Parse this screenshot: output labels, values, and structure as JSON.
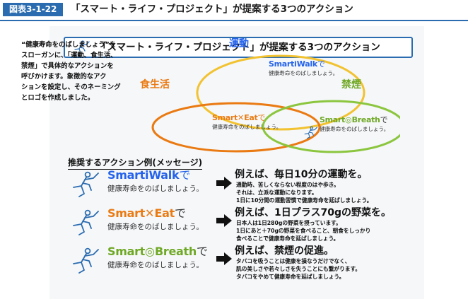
{
  "header": {
    "figure_label": "図表3-1-22",
    "figure_title": "「スマート・ライフ・プロジェクト」が提案する3つのアクション"
  },
  "panel": {
    "title": "「スマート・ライフ・プロジェクト」が提案する3つのアクション",
    "intro_lines": [
      "“健康寿命をのばしましょう”を",
      "スローガンに、「運動、食生活、",
      "禁煙」で具体的なアクションを",
      "呼びかけます。象徴的なアク",
      "ションを設定し、そのネーミング",
      "とロゴを作成しました。"
    ],
    "venn": {
      "labels": {
        "exercise": "運動",
        "diet": "食生活",
        "smoking": "禁煙"
      },
      "colors": {
        "exercise": "#2563eb",
        "diet": "#ea7a12",
        "smoking": "#6fa824"
      }
    }
  },
  "logos": {
    "walk": {
      "smart": "Smart",
      "word": "Walk",
      "de": "で",
      "sub": "健康寿命をのばしましょう。"
    },
    "eat": {
      "smart": "Smart",
      "word": "Eat",
      "de": "で",
      "sub": "健康寿命をのばしましょう。"
    },
    "breath": {
      "smart": "Smart",
      "word": "Breath",
      "de": "で",
      "sub": "健康寿命をのばしましょう。"
    }
  },
  "examples": {
    "section_title": "推奨するアクション例(メッセージ)",
    "items": [
      {
        "headline": "例えば、毎日10分の運動を。",
        "body": [
          "通勤時、苦しくならない程度のはや歩き。",
          "それは、立派な運動になります。",
          "1日に10分間の運動習慣で健康寿命を延ばしましょう。"
        ]
      },
      {
        "headline": "例えば、1日プラス70gの野菜を。",
        "body": [
          "日本人は1日280gの野菜を摂っています。",
          "1日にあと＋70gの野菜を食べること、朝食をしっかり",
          "食べることで健康寿命を延ばしましょう。"
        ]
      },
      {
        "headline": "例えば、禁煙の促進。",
        "body": [
          "タバコを吸うことは健康を損なうだけでなく、",
          "肌の美しさや若々しさを失うことにも繋がります。",
          "タバコをやめて健康寿命を延ばしましょう。"
        ]
      }
    ]
  }
}
